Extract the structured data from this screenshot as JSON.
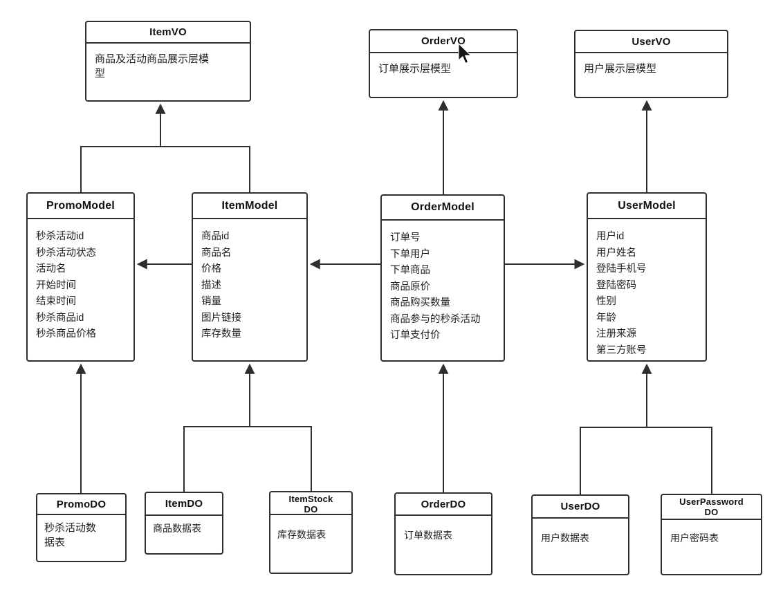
{
  "diagram": {
    "nodes": {
      "itemVO": {
        "title": "ItemVO",
        "desc": "商品及活动商品展示层模型"
      },
      "orderVO": {
        "title": "OrderVO",
        "desc": "订单展示层模型"
      },
      "userVO": {
        "title": "UserVO",
        "desc": "用户展示层模型"
      },
      "promoModel": {
        "title": "PromoModel",
        "fields": [
          "秒杀活动id",
          "秒杀活动状态",
          "活动名",
          "开始时间",
          "结束时间",
          "秒杀商品id",
          "秒杀商品价格"
        ]
      },
      "itemModel": {
        "title": "ItemModel",
        "fields": [
          "商品id",
          "商品名",
          "价格",
          "描述",
          "销量",
          "图片链接",
          "库存数量"
        ]
      },
      "orderModel": {
        "title": "OrderModel",
        "fields": [
          "订单号",
          "下单用户",
          "下单商品",
          "商品原价",
          "商品购买数量",
          "商品参与的秒杀活动",
          "订单支付价"
        ]
      },
      "userModel": {
        "title": "UserModel",
        "fields": [
          "用户id",
          "用户姓名",
          "登陆手机号",
          "登陆密码",
          "性别",
          "年龄",
          "注册来源",
          "第三方账号"
        ]
      },
      "promoDO": {
        "title": "PromoDO",
        "desc": "秒杀活动数据表"
      },
      "itemDO": {
        "title": "ItemDO",
        "desc": "商品数据表"
      },
      "itemStockDO": {
        "title_lines": [
          "ItemStock",
          "DO"
        ],
        "desc": "库存数据表"
      },
      "orderDO": {
        "title": "OrderDO",
        "desc": "订单数据表"
      },
      "userDO": {
        "title": "UserDO",
        "desc": "用户数据表"
      },
      "userPasswordDO": {
        "title_lines": [
          "UserPassword",
          "DO"
        ],
        "desc": "用户密码表"
      }
    },
    "edges": [
      {
        "from": "PromoModel",
        "to": "ItemVO",
        "arrow": "to"
      },
      {
        "from": "ItemModel",
        "to": "ItemVO",
        "arrow": "to"
      },
      {
        "from": "OrderModel",
        "to": "OrderVO",
        "arrow": "to"
      },
      {
        "from": "UserModel",
        "to": "UserVO",
        "arrow": "to"
      },
      {
        "from": "ItemModel",
        "to": "PromoModel",
        "arrow": "to"
      },
      {
        "from": "OrderModel",
        "to": "ItemModel",
        "arrow": "to"
      },
      {
        "from": "OrderModel",
        "to": "UserModel",
        "arrow": "to"
      },
      {
        "from": "PromoDO",
        "to": "PromoModel",
        "arrow": "to"
      },
      {
        "from": "ItemDO",
        "to": "ItemModel",
        "arrow": "to"
      },
      {
        "from": "ItemStockDO",
        "to": "ItemModel",
        "arrow": "to"
      },
      {
        "from": "OrderDO",
        "to": "OrderModel",
        "arrow": "to"
      },
      {
        "from": "UserDO",
        "to": "UserModel",
        "arrow": "to"
      },
      {
        "from": "UserPasswordDO",
        "to": "UserModel",
        "arrow": "to"
      }
    ],
    "colors": {
      "stroke": "#2e2e2e",
      "background": "#ffffff",
      "text": "#1f1f1f"
    }
  }
}
